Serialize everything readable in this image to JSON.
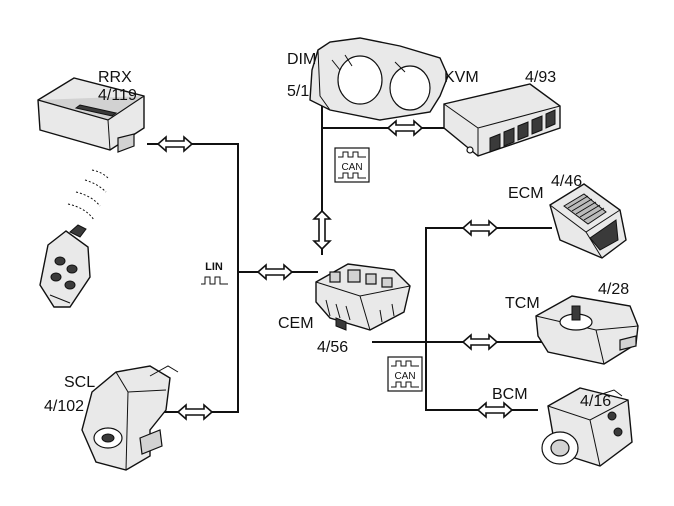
{
  "modules": {
    "dim": {
      "name": "DIM",
      "ref": "5/1"
    },
    "kvm": {
      "name": "KVM",
      "ref": "4/93"
    },
    "rrx": {
      "name": "RRX",
      "ref": "4/119"
    },
    "ecm": {
      "name": "ECM",
      "ref": "4/46"
    },
    "tcm": {
      "name": "TCM",
      "ref": "4/28"
    },
    "cem": {
      "name": "CEM",
      "ref": "4/56"
    },
    "scl": {
      "name": "SCL",
      "ref": "4/102"
    },
    "bcm": {
      "name": "BCM",
      "ref": "4/16"
    }
  },
  "bus_labels": {
    "can_top": "CAN",
    "can_bottom": "CAN",
    "lin": "LIN"
  },
  "icons": [
    "remote-key-icon",
    "rrx-receiver-icon",
    "dim-cluster-icon",
    "kvm-module-icon",
    "ecm-module-icon",
    "tcm-module-icon",
    "cem-module-icon",
    "scl-lock-icon",
    "bcm-module-icon"
  ]
}
